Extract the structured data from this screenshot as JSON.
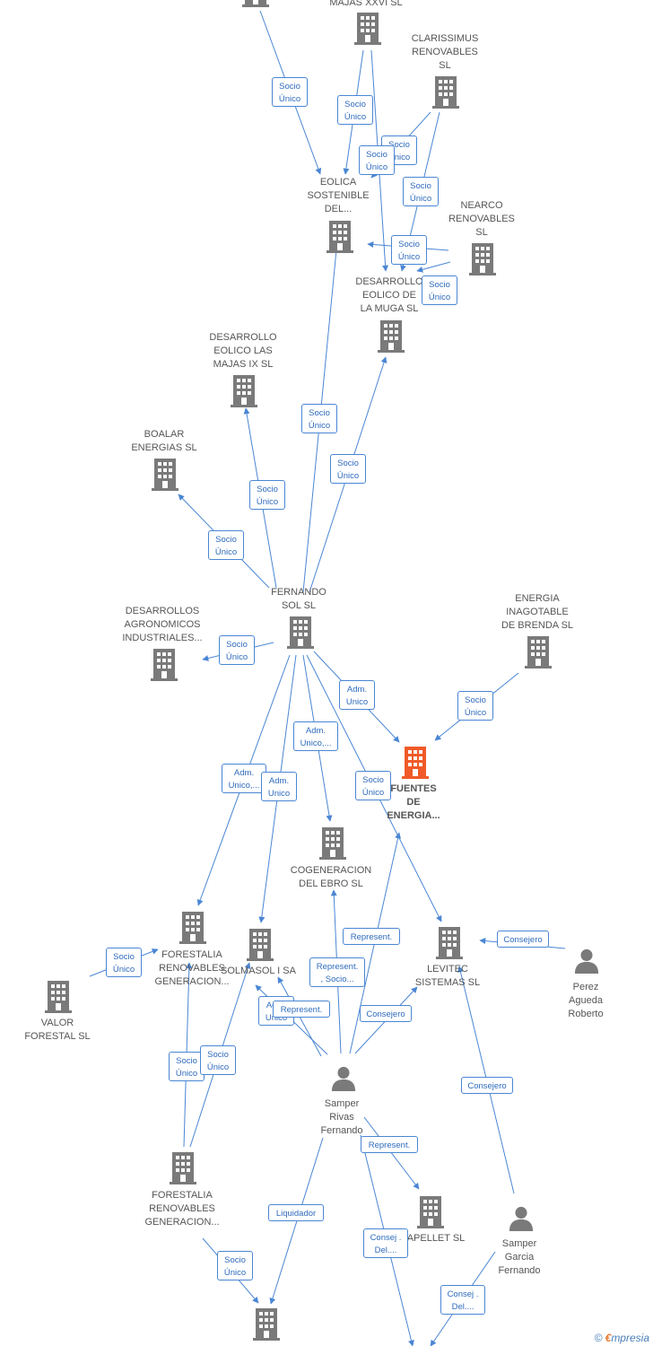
{
  "colors": {
    "edge": "#4a86d4",
    "node": "#7a7a7a",
    "highlight": "#f05a28",
    "label": "#555555"
  },
  "nodes": [
    {
      "id": "top_left_partial",
      "label": "",
      "icon": "building-icon"
    },
    {
      "id": "majas_xxvi",
      "label": "MAJAS XXVI  SL",
      "icon": "building-icon"
    },
    {
      "id": "clarissimus",
      "label": "CLARISSIMUS\nRENOVABLES\nSL",
      "icon": "building-icon"
    },
    {
      "id": "eolica",
      "label": "EOLICA\nSOSTENIBLE\nDEL...",
      "icon": "building-icon"
    },
    {
      "id": "nearco",
      "label": "NEARCO\nRENOVABLES\nSL",
      "icon": "building-icon"
    },
    {
      "id": "muga",
      "label": "DESARROLLO\nEOLICO DE\nLA MUGA SL",
      "icon": "building-icon"
    },
    {
      "id": "majas_ix",
      "label": "DESARROLLO\nEOLICO LAS\nMAJAS IX  SL",
      "icon": "building-icon"
    },
    {
      "id": "boalar",
      "label": "BOALAR\nENERGIAS  SL",
      "icon": "building-icon"
    },
    {
      "id": "fernando",
      "label": "FERNANDO\nSOL SL",
      "icon": "building-icon"
    },
    {
      "id": "agronomicos",
      "label": "DESARROLLOS\nAGRONOMICOS\nINDUSTRIALES...",
      "icon": "building-icon"
    },
    {
      "id": "brenda",
      "label": "ENERGIA\nINAGOTABLE\nDE BRENDA  SL",
      "icon": "building-icon"
    },
    {
      "id": "fuentes",
      "label": "FUENTES\nDE\nENERGIA...",
      "icon": "building-icon"
    },
    {
      "id": "cogeneracion",
      "label": "COGENERACION\nDEL EBRO  SL",
      "icon": "building-icon"
    },
    {
      "id": "forestalia1",
      "label": "FORESTALIA\nRENOVABLES\nGENERACION...",
      "icon": "building-icon"
    },
    {
      "id": "solmasol",
      "label": "SOLMASOL I SA",
      "icon": "building-icon"
    },
    {
      "id": "levitec",
      "label": "LEVITEC\nSISTEMAS  SL",
      "icon": "building-icon"
    },
    {
      "id": "perez",
      "label": "Perez\nAgueda\nRoberto",
      "icon": "person-icon"
    },
    {
      "id": "valor",
      "label": "VALOR\nFORESTAL SL",
      "icon": "building-icon"
    },
    {
      "id": "samper_rivas",
      "label": "Samper\nRivas\nFernando",
      "icon": "person-icon"
    },
    {
      "id": "forestalia2",
      "label": "FORESTALIA\nRENOVABLES\nGENERACION...",
      "icon": "building-icon"
    },
    {
      "id": "apellet",
      "label": "APELLET  SL",
      "icon": "building-icon"
    },
    {
      "id": "samper_garcia",
      "label": "Samper\nGarcia\nFernando",
      "icon": "person-icon"
    },
    {
      "id": "bottom_partial",
      "label": "",
      "icon": "building-icon"
    }
  ],
  "edges": [
    {
      "from": "top_left_partial",
      "to": "eolica",
      "label": "Socio\nÚnico"
    },
    {
      "from": "majas_xxvi",
      "to": "eolica",
      "label": "Socio\nÚnico"
    },
    {
      "from": "clarissimus",
      "to": "eolica",
      "label": "Socio\nÚnico"
    },
    {
      "from": "majas_xxvi",
      "to": "muga",
      "label": "Socio\nÚnico"
    },
    {
      "from": "clarissimus",
      "to": "muga",
      "label": "Socio\nÚnico"
    },
    {
      "from": "nearco",
      "to": "eolica",
      "label": "Socio\nÚnico"
    },
    {
      "from": "nearco",
      "to": "muga",
      "label": "Socio\nÚnico"
    },
    {
      "from": "fernando",
      "to": "eolica",
      "label": "Socio\nÚnico"
    },
    {
      "from": "fernando",
      "to": "muga",
      "label": "Socio\nÚnico"
    },
    {
      "from": "fernando",
      "to": "majas_ix",
      "label": "Socio\nÚnico"
    },
    {
      "from": "fernando",
      "to": "boalar",
      "label": "Socio\nÚnico"
    },
    {
      "from": "fernando",
      "to": "agronomicos",
      "label": "Socio\nÚnico"
    },
    {
      "from": "fernando",
      "to": "fuentes",
      "label": "Adm.\nUnico"
    },
    {
      "from": "brenda",
      "to": "fuentes",
      "label": "Socio\nÚnico"
    },
    {
      "from": "fernando",
      "to": "cogeneracion",
      "label": "Adm.\nUnico,..."
    },
    {
      "from": "fernando",
      "to": "forestalia1",
      "label": "Adm.\nUnico,..."
    },
    {
      "from": "fernando",
      "to": "solmasol",
      "label": "Adm.\nUnico"
    },
    {
      "from": "fernando",
      "to": "levitec",
      "label": "Socio\nÚnico"
    },
    {
      "from": "samper_rivas",
      "to": "fuentes",
      "label": "Represent."
    },
    {
      "from": "samper_rivas",
      "to": "cogeneracion",
      "label": "Represent.\n, Socio..."
    },
    {
      "from": "samper_rivas",
      "to": "levitec",
      "label": "Consejero"
    },
    {
      "from": "perez",
      "to": "levitec",
      "label": "Consejero"
    },
    {
      "from": "samper_garcia",
      "to": "levitec",
      "label": "Consejero"
    },
    {
      "from": "valor",
      "to": "forestalia1",
      "label": "Socio\nÚnico"
    },
    {
      "from": "samper_rivas",
      "to": "solmasol",
      "label": "Adm.\nUnico"
    },
    {
      "from": "samper_rivas",
      "to": "solmasol",
      "label": "Represent."
    },
    {
      "from": "forestalia2",
      "to": "forestalia1",
      "label": "Socio\nÚnico"
    },
    {
      "from": "forestalia2",
      "to": "solmasol",
      "label": "Socio\nÚnico"
    },
    {
      "from": "samper_rivas",
      "to": "apellet",
      "label": "Represent."
    },
    {
      "from": "samper_rivas",
      "to": "bottom_partial",
      "label": "Liquidador"
    },
    {
      "from": "forestalia2",
      "to": "bottom_partial",
      "label": "Socio\nÚnico"
    },
    {
      "from": "samper_rivas",
      "to": "offpage_bottom",
      "label": "Consej .\nDel...."
    },
    {
      "from": "samper_garcia",
      "to": "offpage_bottom",
      "label": "Consej .\nDel...."
    }
  ],
  "brand": {
    "copyright": "©",
    "e": "€",
    "rest": "mpresia"
  }
}
